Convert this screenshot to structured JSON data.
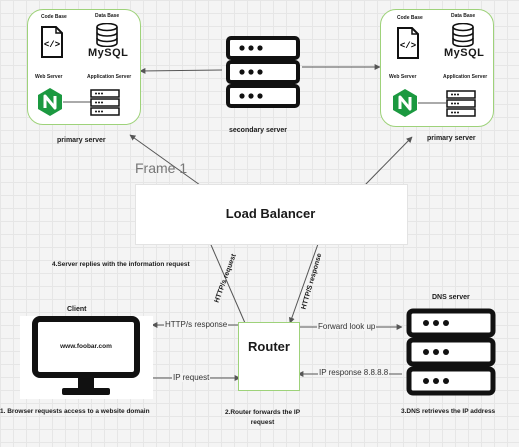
{
  "left_cluster": {
    "code_base": "Code Base",
    "data_base": "Data Base",
    "mysql": "MySQL",
    "web_server": "Web Server",
    "app_server": "Application Server",
    "caption": "primary server"
  },
  "right_cluster": {
    "code_base": "Code Base",
    "data_base": "Data Base",
    "mysql": "MySQL",
    "web_server": "Web Server",
    "app_server": "Application Server",
    "caption": "primary server"
  },
  "secondary_server": {
    "caption": "secondary server"
  },
  "frame_label": "Frame 1",
  "load_balancer": {
    "label": "Load Balancer"
  },
  "router": {
    "label": "Router"
  },
  "client": {
    "title": "Client",
    "screen_text": "www.foobar.com",
    "caption": "1. Browser requests access to a website domain"
  },
  "dns": {
    "title": "DNS server",
    "caption": "3.DNS retrieves the IP address"
  },
  "edges": {
    "http_response_client": "HTTP/s response",
    "ip_request": "IP request",
    "forward_lookup": "Forward look up",
    "ip_response": "IP response 8.8.8.8",
    "http_request": "HTTP/s request",
    "http_response_lb": "HTTP/S response"
  },
  "steps": {
    "step2": "2.Router forwards the IP request",
    "step4": "4.Server replies with the information request"
  },
  "colors": {
    "cluster_border": "#9ed27a",
    "router_border": "#9ed27a",
    "nginx": "#1b9940",
    "arrow": "#555555"
  }
}
